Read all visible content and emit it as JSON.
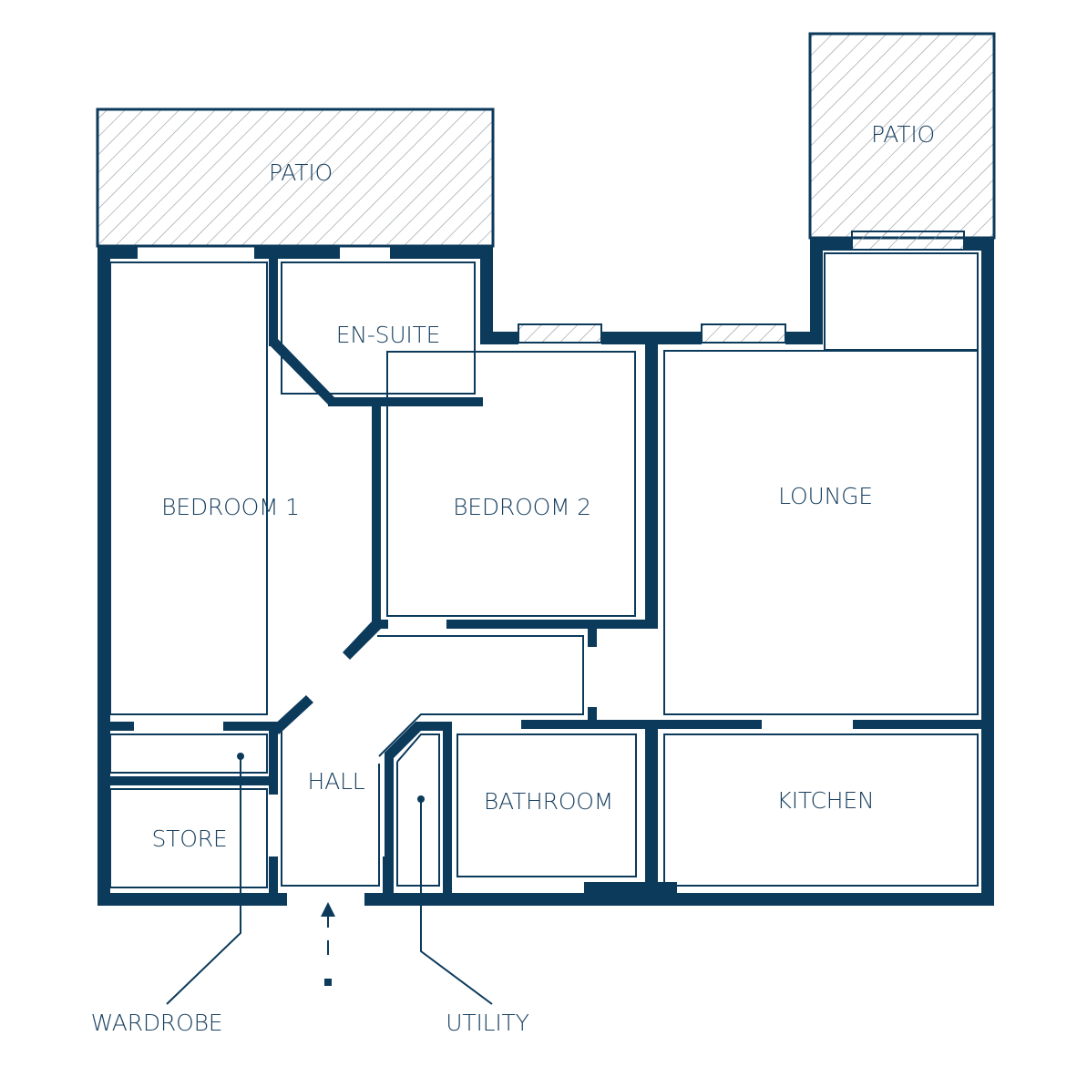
{
  "colors": {
    "wall": "#0c3a5b",
    "text": "#173f5f",
    "hatch": "#8d97a0",
    "background": "#ffffff"
  },
  "rooms": {
    "patio_left": "PATIO",
    "patio_right": "PATIO",
    "en_suite": "EN-SUITE",
    "bedroom_1": "BEDROOM 1",
    "bedroom_2": "BEDROOM 2",
    "lounge": "LOUNGE",
    "hall": "HALL",
    "store": "STORE",
    "bathroom": "BATHROOM",
    "kitchen": "KITCHEN"
  },
  "callouts": {
    "wardrobe": "WARDROBE",
    "utility": "UTILITY"
  },
  "entrance_marker": "arrow-up-icon"
}
